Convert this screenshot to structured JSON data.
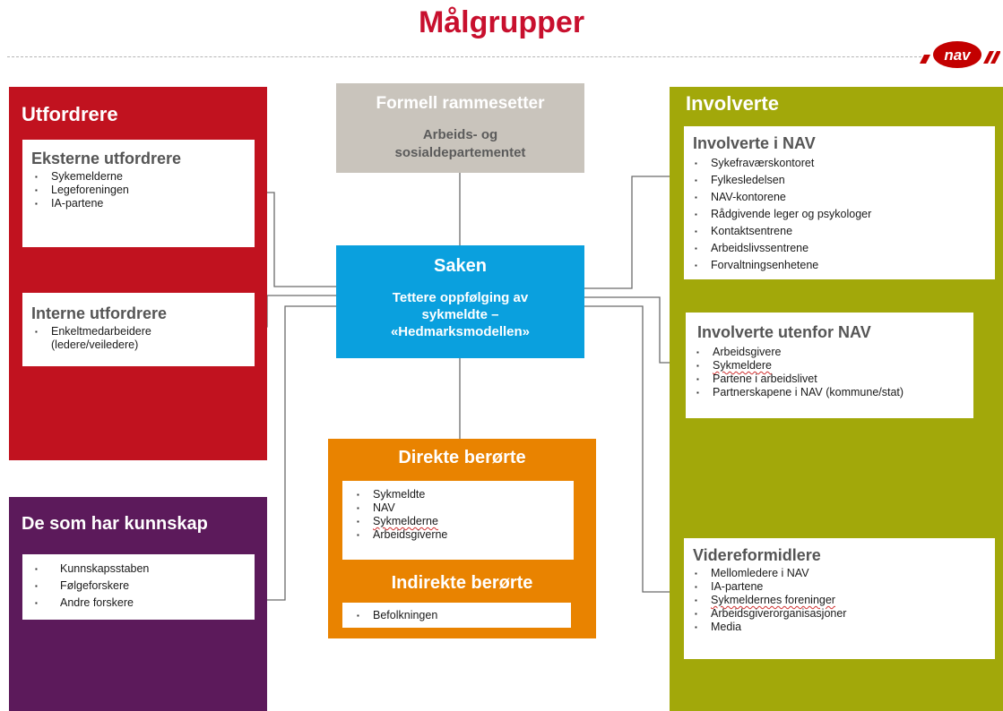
{
  "title": "Målgrupper",
  "logo_text": "nav",
  "colors": {
    "title": "#c8102e",
    "challengers": "#c1121f",
    "knowledge": "#5c1a5b",
    "framework": "#c9c4bc",
    "case": "#0aa0de",
    "affected": "#e98300",
    "involved": "#a2a80a"
  },
  "challengers": {
    "title": "Utfordrere",
    "external": {
      "heading": "Eksterne utfordrere",
      "items": [
        "Sykemelderne",
        "Legeforeningen",
        "IA-partene"
      ]
    },
    "internal": {
      "heading": "Interne utfordrere",
      "items": [
        "Enkeltmedarbeidere\n(ledere/veiledere)"
      ]
    }
  },
  "knowledge": {
    "title": "De som har kunnskap",
    "items": [
      "Kunnskapsstaben",
      "Følgeforskere",
      "Andre forskere"
    ]
  },
  "framework": {
    "title": "Formell rammesetter",
    "subtitle": "Arbeids- og\nsosialdepartementet"
  },
  "case": {
    "title": "Saken",
    "subtitle": "Tettere oppfølging av\nsykmeldte –\n«Hedmarksmodellen»"
  },
  "affected": {
    "direct_title": "Direkte berørte",
    "direct_items": [
      "Sykmeldte",
      "NAV",
      "Sykmelderne",
      "Arbeidsgiverne"
    ],
    "indirect_title": "Indirekte berørte",
    "indirect_items": [
      "Befolkningen"
    ]
  },
  "involved": {
    "title": "Involverte",
    "in_nav": {
      "heading": "Involverte i NAV",
      "items": [
        "Sykefraværskontoret",
        "Fylkesledelsen",
        "NAV-kontorene",
        "Rådgivende leger og psykologer",
        "Kontaktsentrene",
        "Arbeidslivssentrene",
        "Forvaltningsenhetene"
      ]
    },
    "outside_nav": {
      "heading": "Involverte utenfor NAV",
      "items": [
        "Arbeidsgivere",
        "Sykmeldere",
        "Partene i arbeidslivet",
        "Partnerskapene i NAV (kommune/stat)"
      ]
    },
    "mediators": {
      "heading": "Videreformidlere",
      "items": [
        "Mellomledere i NAV",
        "IA-partene",
        "Sykmeldernes foreninger",
        "Arbeidsgiverorganisasjoner",
        "Media"
      ]
    }
  }
}
